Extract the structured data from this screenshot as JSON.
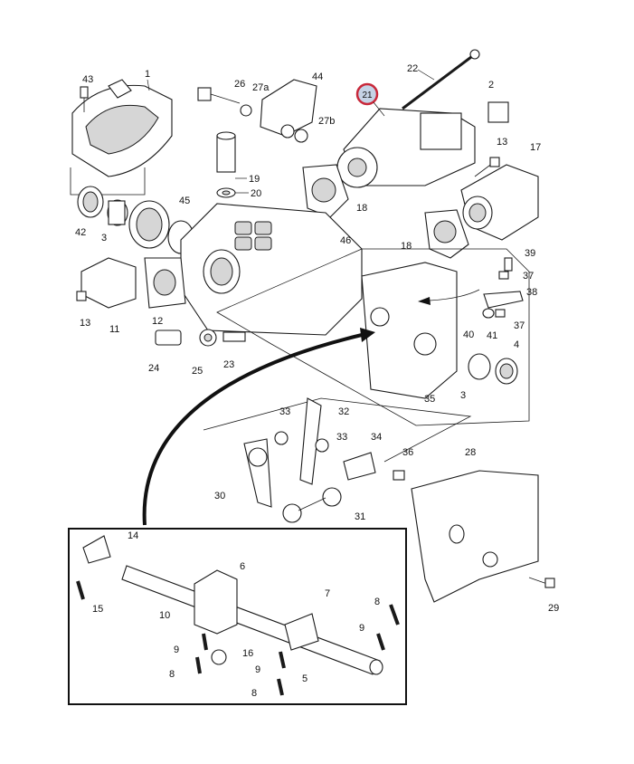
{
  "highlight_color": "#c8283a",
  "highlight_fill": "#c5d3e6",
  "callouts": {
    "c1": "1",
    "c2": "2",
    "c3a": "3",
    "c3b": "3",
    "c4": "4",
    "c5": "5",
    "c6": "6",
    "c7": "7",
    "c8a": "8",
    "c8b": "8",
    "c8c": "8",
    "c9a": "9",
    "c9b": "9",
    "c9c": "9",
    "c10": "10",
    "c11": "11",
    "c12": "12",
    "c13a": "13",
    "c13b": "13",
    "c14": "14",
    "c15": "15",
    "c16": "16",
    "c17": "17",
    "c18a": "18",
    "c18b": "18",
    "c19": "19",
    "c20": "20",
    "c21": "21",
    "c22": "22",
    "c23": "23",
    "c24": "24",
    "c25": "25",
    "c26": "26",
    "c27a": "27a",
    "c27b": "27b",
    "c28": "28",
    "c29": "29",
    "c30": "30",
    "c31": "31",
    "c32": "32",
    "c33a": "33",
    "c33b": "33",
    "c34": "34",
    "c35": "35",
    "c36": "36",
    "c37a": "37",
    "c37b": "37",
    "c38": "38",
    "c39": "39",
    "c40": "40",
    "c41": "41",
    "c42": "42",
    "c43": "43",
    "c44": "44",
    "c45": "45",
    "c46": "46"
  }
}
